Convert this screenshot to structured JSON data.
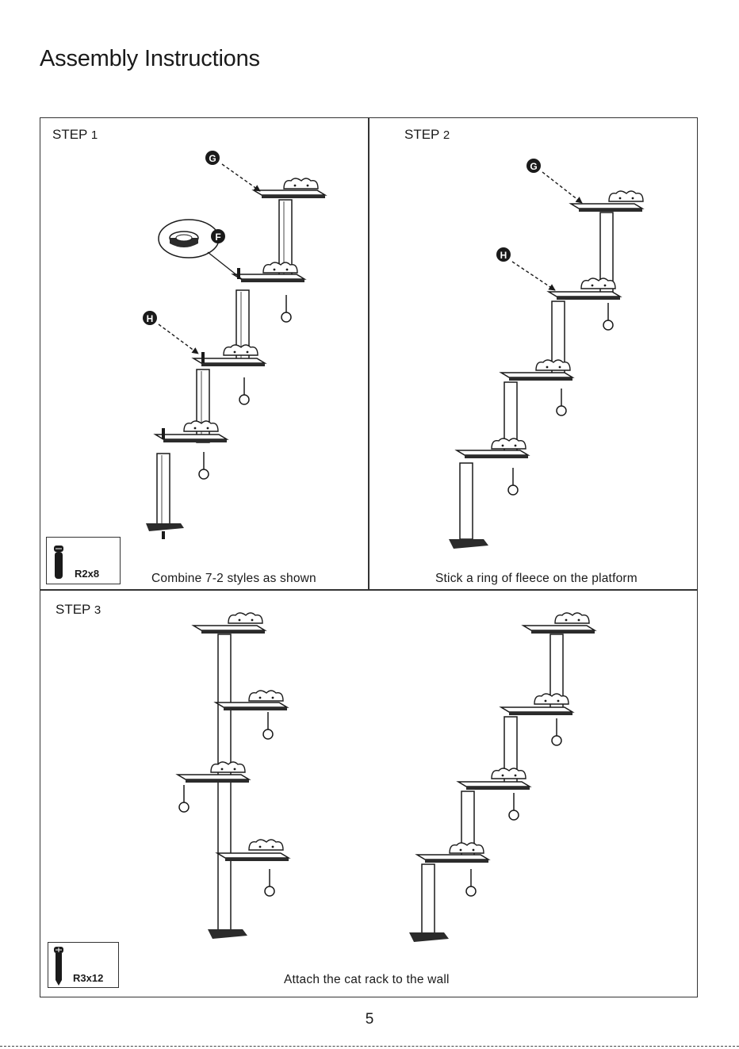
{
  "page": {
    "title": "Assembly Instructions",
    "page_number": "5"
  },
  "steps": [
    {
      "label": "STEP",
      "number": "1",
      "caption": "Combine 7-2 styles as shown",
      "hardware": "R2x8"
    },
    {
      "label": "STEP",
      "number": "2",
      "caption": "Stick a ring of fleece on the platform"
    },
    {
      "label": "STEP",
      "number": "3",
      "caption": "Attach the cat rack to the wall",
      "hardware": "R3x12"
    }
  ],
  "callouts": {
    "g": "G",
    "h": "H",
    "f": "F"
  },
  "colors": {
    "line": "#1a1a1a",
    "platform": "#2b2b2b",
    "background": "#ffffff"
  }
}
